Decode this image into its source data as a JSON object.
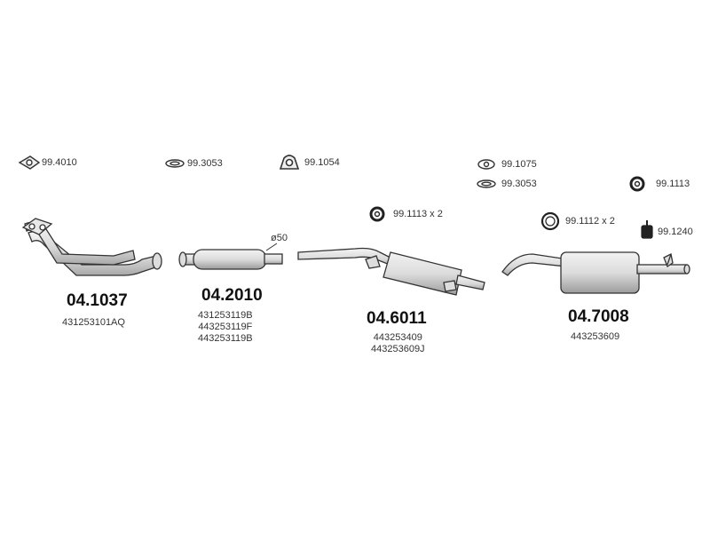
{
  "accessories": {
    "a1": "99.4010",
    "a2": "99.3053",
    "a3": "99.1054",
    "a4": "99.1075",
    "a5": "99.3053",
    "a6": "99.1113",
    "a7": "99.1113 x 2",
    "a8": "99.1112 x 2",
    "a9": "99.1240"
  },
  "diameter_note": "ø50",
  "parts": [
    {
      "number": "04.1037",
      "oem": [
        "431253101AQ"
      ]
    },
    {
      "number": "04.2010",
      "oem": [
        "431253119B",
        "443253119F",
        "443253119B"
      ]
    },
    {
      "number": "04.6011",
      "oem": [
        "443253409",
        "443253609J"
      ]
    },
    {
      "number": "04.7008",
      "oem": [
        "443253609"
      ]
    }
  ],
  "colors": {
    "line": "#333333",
    "fill": "#e6e6e6",
    "shade": "#bdbdbd"
  }
}
